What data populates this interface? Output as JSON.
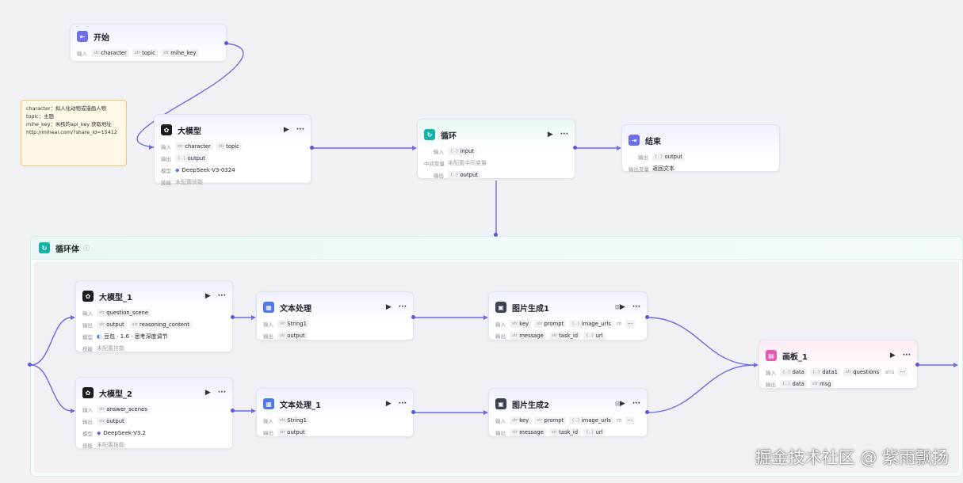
{
  "note": {
    "line1": "character：拟人化动物或漫画人物",
    "line2": "topic：主题",
    "line3": "mihe_key：米核的api_key 获取地址",
    "line4": "http://miheai.com/?share_id=15412"
  },
  "labels": {
    "input": "输入",
    "output": "输出",
    "model": "模型",
    "skill": "技能",
    "mid_var": "中间变量",
    "out_var": "输出变量",
    "str": "str",
    "obj": "{..}",
    "no_skill": "未配置技能",
    "no_mid_var": "未配置中间变量",
    "ellipsis": "···",
    "play": "▶"
  },
  "start": {
    "title": "开始",
    "inputs": [
      "character",
      "topic",
      "mihe_key"
    ]
  },
  "llm": {
    "title": "大模型",
    "inputs": [
      "character",
      "topic"
    ],
    "output": "output",
    "model": "DeepSeek-V3-0324"
  },
  "loop": {
    "title": "循环",
    "input": "input",
    "output": "output"
  },
  "end": {
    "title": "结束",
    "output": "output",
    "out_text": "返回文本"
  },
  "group": {
    "title": "循环体"
  },
  "llm1": {
    "title": "大模型_1",
    "input": "question_scene",
    "outputs": [
      "output",
      "reasoning_content"
    ],
    "model": "豆包 · 1.6 · 思考深度调节"
  },
  "llm2": {
    "title": "大模型_2",
    "input": "answer_scenes",
    "output": "output",
    "model": "DeepSeek-V3.2"
  },
  "txt": {
    "title": "文本处理",
    "input": "String1",
    "output": "output"
  },
  "txt1": {
    "title": "文本处理_1",
    "input": "String1",
    "output": "output"
  },
  "img1": {
    "title": "图片生成1",
    "inputs": [
      "key",
      "prompt",
      "image_urls",
      "m"
    ],
    "outputs": [
      "message",
      "task_id",
      "url"
    ]
  },
  "img2": {
    "title": "图片生成2",
    "inputs": [
      "key",
      "prompt",
      "image_urls",
      "m"
    ],
    "outputs": [
      "message",
      "task_id",
      "url"
    ]
  },
  "canvas": {
    "title": "画板_1",
    "inputs": [
      "data",
      "data1",
      "questions",
      "ans"
    ],
    "outputs": [
      "data",
      "msg"
    ]
  },
  "watermark": "掘金技术社区 @ 紫雨飘扬",
  "colors": {
    "edge": "#5b57e0",
    "loop_accent": "#11b4a4"
  }
}
